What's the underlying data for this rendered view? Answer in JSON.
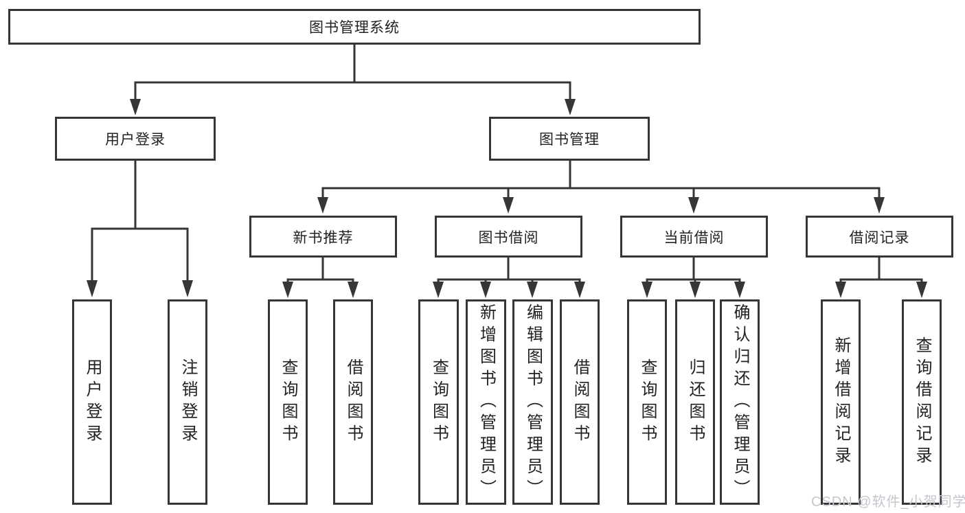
{
  "diagram": {
    "root": {
      "label": "图书管理系统"
    },
    "branches": [
      {
        "label": "用户登录",
        "children": [
          {
            "label": "用户登录"
          },
          {
            "label": "注销登录"
          }
        ]
      },
      {
        "label": "图书管理",
        "children": [
          {
            "label": "新书推荐",
            "children": [
              {
                "label": "查询图书"
              },
              {
                "label": "借阅图书"
              }
            ]
          },
          {
            "label": "图书借阅",
            "children": [
              {
                "label": "查询图书"
              },
              {
                "label": "新增图书（管理员）"
              },
              {
                "label": "编辑图书（管理员）"
              },
              {
                "label": "借阅图书"
              }
            ]
          },
          {
            "label": "当前借阅",
            "children": [
              {
                "label": "查询图书"
              },
              {
                "label": "归还图书"
              },
              {
                "label": "确认归还（管理员）"
              }
            ]
          },
          {
            "label": "借阅记录",
            "children": [
              {
                "label": "新增借阅记录"
              },
              {
                "label": "查询借阅记录"
              }
            ]
          }
        ]
      }
    ]
  },
  "watermark": {
    "text": "CSDN @软件_小贺同学"
  },
  "colors": {
    "line": "#363636",
    "box_border": "#363636",
    "box_background": "#ffffff",
    "text": "#222222",
    "watermark": "#c3c7cd",
    "page_background": "#ffffff"
  }
}
